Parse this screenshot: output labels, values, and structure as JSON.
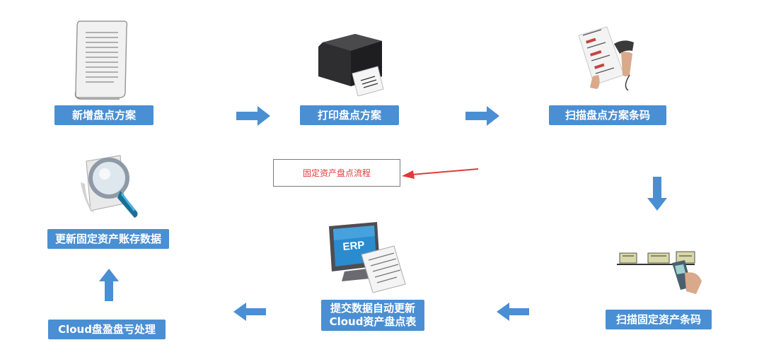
{
  "title": "固定资产盘点流程",
  "steps": [
    {
      "label": "新增盘点方案",
      "icon": "document-icon"
    },
    {
      "label": "打印盘点方案",
      "icon": "printer-icon"
    },
    {
      "label": "扫描盘点方案条码",
      "icon": "barcode-scanner-icon"
    },
    {
      "label": "扫描固定资产条码",
      "icon": "handheld-scanner-icon"
    },
    {
      "label_line1": "提交数据自动更新",
      "label_line2": "Cloud资产盘点表",
      "icon": "erp-monitor-icon",
      "icon_text": "ERP"
    },
    {
      "label": "Cloud盘盈盘亏处理"
    },
    {
      "label": "更新固定资产账存数据",
      "icon": "magnifier-document-icon"
    }
  ],
  "colors": {
    "step_fill": "#4a8fd3",
    "arrow_fill": "#4a8fd3",
    "note_text": "#e23a3a",
    "note_arrow": "#e23a3a"
  }
}
